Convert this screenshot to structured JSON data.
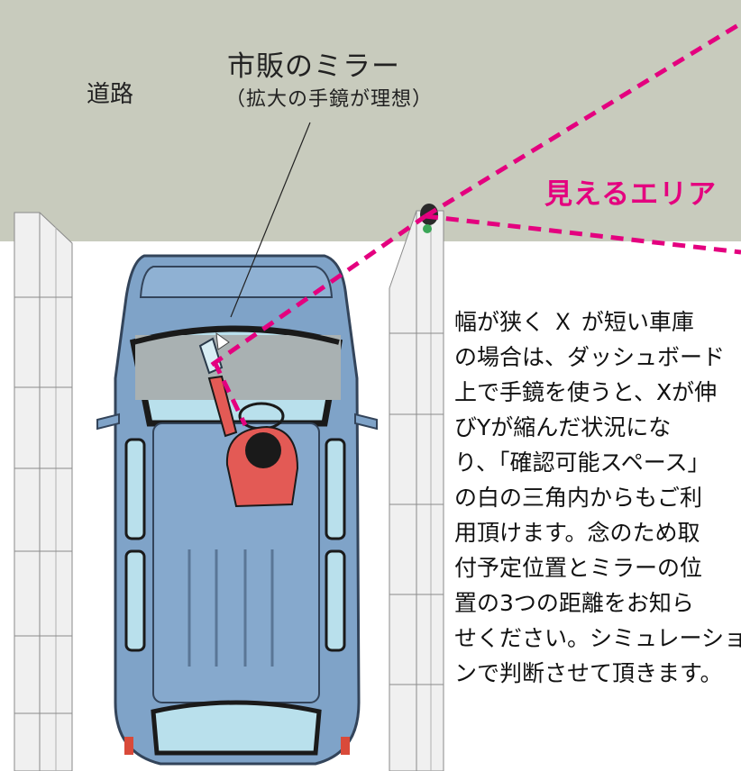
{
  "labels": {
    "road": "道路",
    "mirror_title": "市販のミラー",
    "mirror_subtitle": "（拡大の手鏡が理想）",
    "visible_area": "見えるエリア"
  },
  "note_lines": [
    "幅が狭く Ｘ が短い車庫",
    "の場合は、ダッシュボード",
    "上で手鏡を使うと、Xが伸",
    "びYが縮んだ状況にな",
    "り、「確認可能スペース」",
    "の白の三角内からもご利",
    "用頂けます。念のため取",
    "付予定位置とミラーの位",
    "置の3つの距離をお知ら",
    "せください。シミュレーショ",
    "ンで判断させて頂きます。"
  ],
  "colors": {
    "road": "#c8cbbd",
    "car_body": "#7fa3c8",
    "windshield": "#b9e0ec",
    "sight_line": "#e4007f",
    "driver_shirt": "#e35a55",
    "wall": "#eeeeee"
  }
}
